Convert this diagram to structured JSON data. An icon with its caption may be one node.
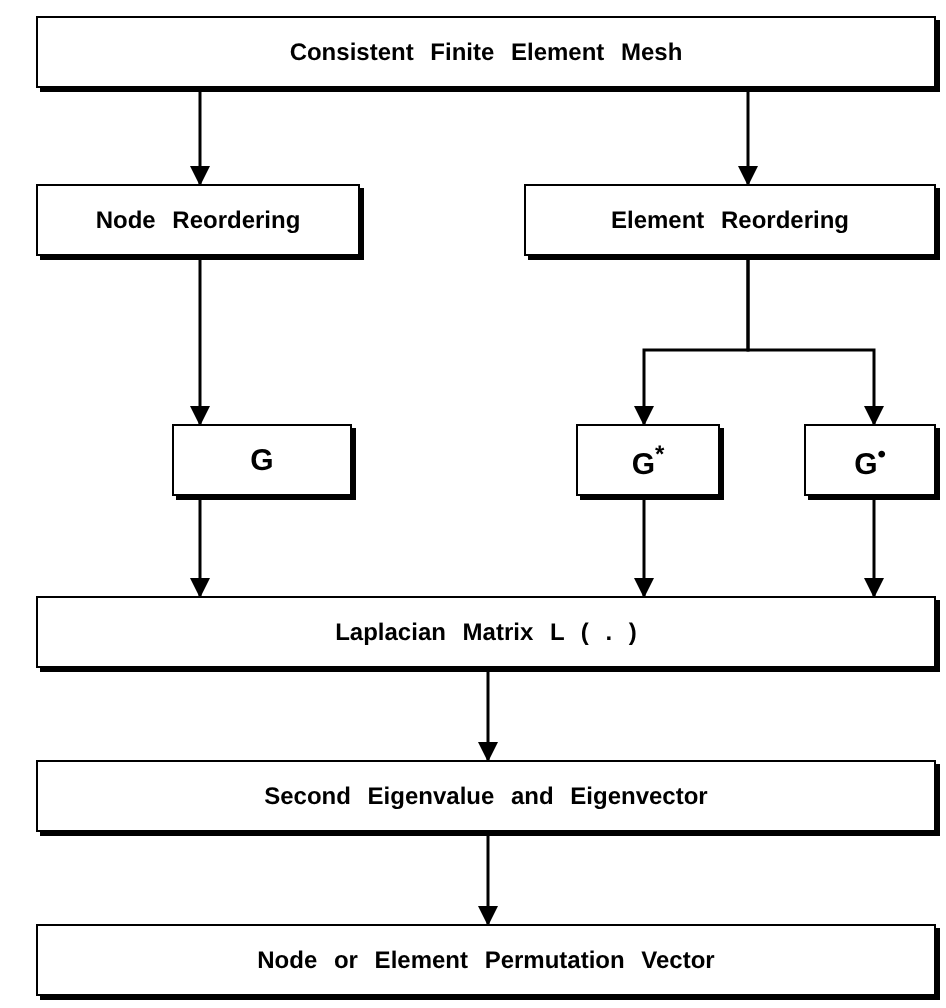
{
  "diagram": {
    "nodes": [
      {
        "text": [
          "Consistent Finite Element Mesh"
        ]
      },
      {
        "text": [
          "Node Reordering"
        ]
      },
      {
        "text": [
          "Element Reordering"
        ]
      },
      {
        "text": [
          "G"
        ]
      },
      {
        "text": [
          "G$^{*}$"
        ]
      },
      {
        "text": [
          "G$^{•}$"
        ]
      },
      {
        "text": [
          "Laplacian Matrix L ( . )"
        ]
      },
      {
        "text": [
          "Second Eigenvalue and Eigenvector"
        ]
      },
      {
        "text": [
          "Node or Element Permutation Vector"
        ]
      }
    ],
    "edges": [
      {
        "from": 0,
        "to": 1,
        "arrow": "to"
      },
      {
        "from": 0,
        "to": 2,
        "arrow": "to"
      },
      {
        "from": 1,
        "to": 3,
        "arrow": "to"
      },
      {
        "from": 2,
        "to": 4,
        "arrow": "to"
      },
      {
        "from": 2,
        "to": 5,
        "arrow": "to"
      },
      {
        "from": 3,
        "to": 6,
        "arrow": "to"
      },
      {
        "from": 4,
        "to": 6,
        "arrow": "to"
      },
      {
        "from": 5,
        "to": 6,
        "arrow": "to"
      },
      {
        "from": 6,
        "to": 7,
        "arrow": "to"
      },
      {
        "from": 7,
        "to": 8,
        "arrow": "to"
      }
    ]
  }
}
